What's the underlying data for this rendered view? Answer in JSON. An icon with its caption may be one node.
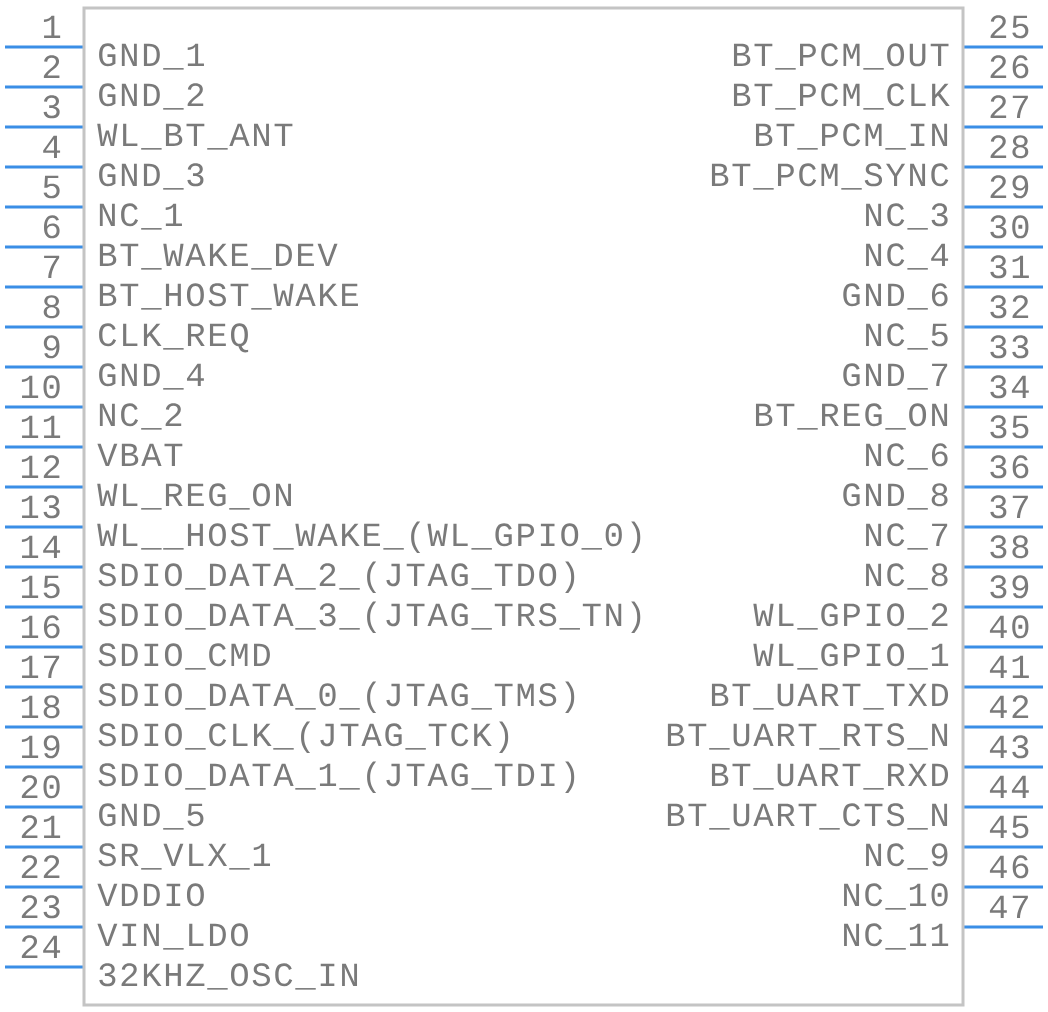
{
  "diagram": {
    "nodes": [
      {
        "text": [
          "GND_1",
          "GND_2",
          "WL_BT_ANT",
          "GND_3",
          "NC_1",
          "BT_WAKE_DEV",
          "BT_HOST_WAKE",
          "CLK_REQ",
          "GND_4",
          "NC_2",
          "VBAT",
          "WL_REG_ON",
          "WL__HOST_WAKE_(WL_GPIO_0)",
          "SDIO_DATA_2_(JTAG_TDO)",
          "SDIO_DATA_3_(JTAG_TRS_TN)",
          "SDIO_CMD",
          "SDIO_DATA_0_(JTAG_TMS)",
          "SDIO_CLK_(JTAG_TCK)",
          "SDIO_DATA_1_(JTAG_TDI)",
          "GND_5",
          "SR_VLX_1",
          "VDDIO",
          "VIN_LDO",
          "32KHZ_OSC_IN",
          "BT_PCM_OUT",
          "BT_PCM_CLK",
          "BT_PCM_IN",
          "BT_PCM_SYNC",
          "NC_3",
          "NC_4",
          "GND_6",
          "NC_5",
          "GND_7",
          "BT_REG_ON",
          "NC_6",
          "GND_8",
          "NC_7",
          "NC_8",
          "WL_GPIO_2",
          "WL_GPIO_1",
          "BT_UART_TXD",
          "BT_UART_RTS_N",
          "BT_UART_RXD",
          "BT_UART_CTS_N",
          "NC_9",
          "NC_10",
          "NC_11"
        ]
      }
    ],
    "labels": [
      "1",
      "2",
      "3",
      "4",
      "5",
      "6",
      "7",
      "8",
      "9",
      "10",
      "11",
      "12",
      "13",
      "14",
      "15",
      "16",
      "17",
      "18",
      "19",
      "20",
      "21",
      "22",
      "23",
      "24",
      "25",
      "26",
      "27",
      "28",
      "29",
      "30",
      "31",
      "32",
      "33",
      "34",
      "35",
      "36",
      "37",
      "38",
      "39",
      "40",
      "41",
      "42",
      "43",
      "44",
      "45",
      "46",
      "47"
    ]
  }
}
